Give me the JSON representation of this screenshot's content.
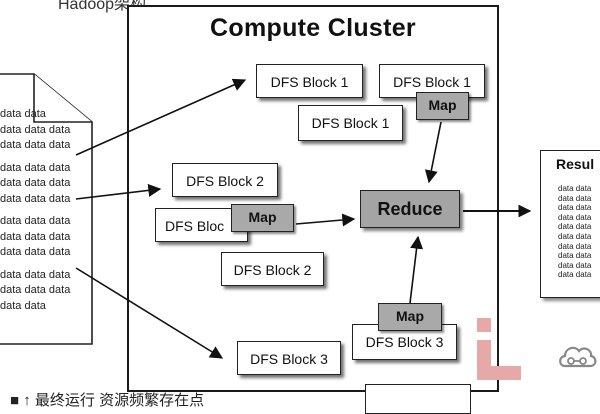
{
  "caption_top": "Hadoop架构",
  "cluster_title": "Compute Cluster",
  "input_doc": {
    "groups": [
      [
        "data data",
        "data data data",
        "data data data"
      ],
      [
        "data data data",
        "data data data",
        "data data data"
      ],
      [
        "data data data",
        "data data data",
        "data data data"
      ],
      [
        "data data data",
        "data data data",
        "data data"
      ]
    ]
  },
  "blocks": {
    "dfs1a": "DFS Block 1",
    "dfs1b": "DFS Block 1",
    "dfs1c": "DFS Block 1",
    "dfs2a": "DFS Block 2",
    "dfs2b": "DFS Bloc",
    "dfs2c": "DFS Block 2",
    "dfs3a": "DFS Block 3",
    "dfs3b": "DFS Block 3"
  },
  "map_labels": {
    "map1": "Map",
    "map2": "Map",
    "map3": "Map"
  },
  "reduce_label": "Reduce",
  "result": {
    "title": "Resul",
    "lines": [
      "data data",
      "data data",
      "data data",
      "data data",
      "data data",
      "data data",
      "data data",
      "data data",
      "data data",
      "data data"
    ]
  },
  "caption_bottom": "■ ↑ 最终运行 资源频繁存在点",
  "colors": {
    "map_fill": "#a9a9a9",
    "reduce_fill": "#a4a4a4",
    "stroke": "#222222",
    "watermark": "#e7a8a8"
  },
  "icons": [
    "watermark-logo-icon",
    "cloud-icon"
  ]
}
